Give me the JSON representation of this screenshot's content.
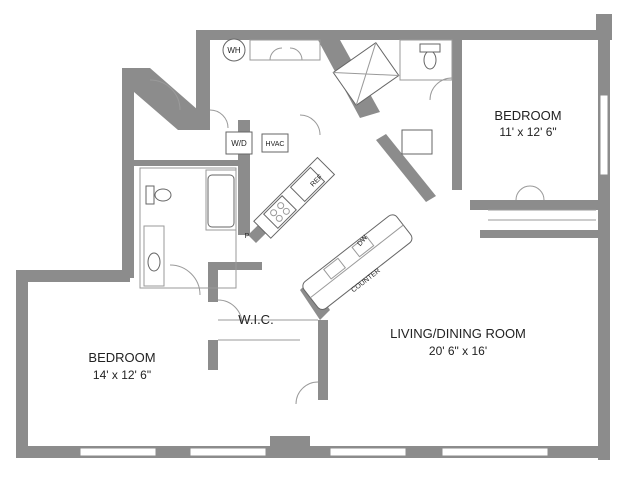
{
  "rooms": {
    "bedroom_right": {
      "name": "BEDROOM",
      "dims": "11' x 12' 6\""
    },
    "bedroom_left": {
      "name": "BEDROOM",
      "dims": "14' x 12' 6\""
    },
    "living": {
      "name": "LIVING/DINING ROOM",
      "dims": "20' 6\" x 16'"
    },
    "wic": {
      "name": "W.I.C."
    }
  },
  "fixtures": {
    "wh": "WH",
    "wd": "W/D",
    "hvac": "HVAC",
    "ref": "REF",
    "dw": "DW",
    "counter": "COUNTER",
    "pantry": "P"
  }
}
